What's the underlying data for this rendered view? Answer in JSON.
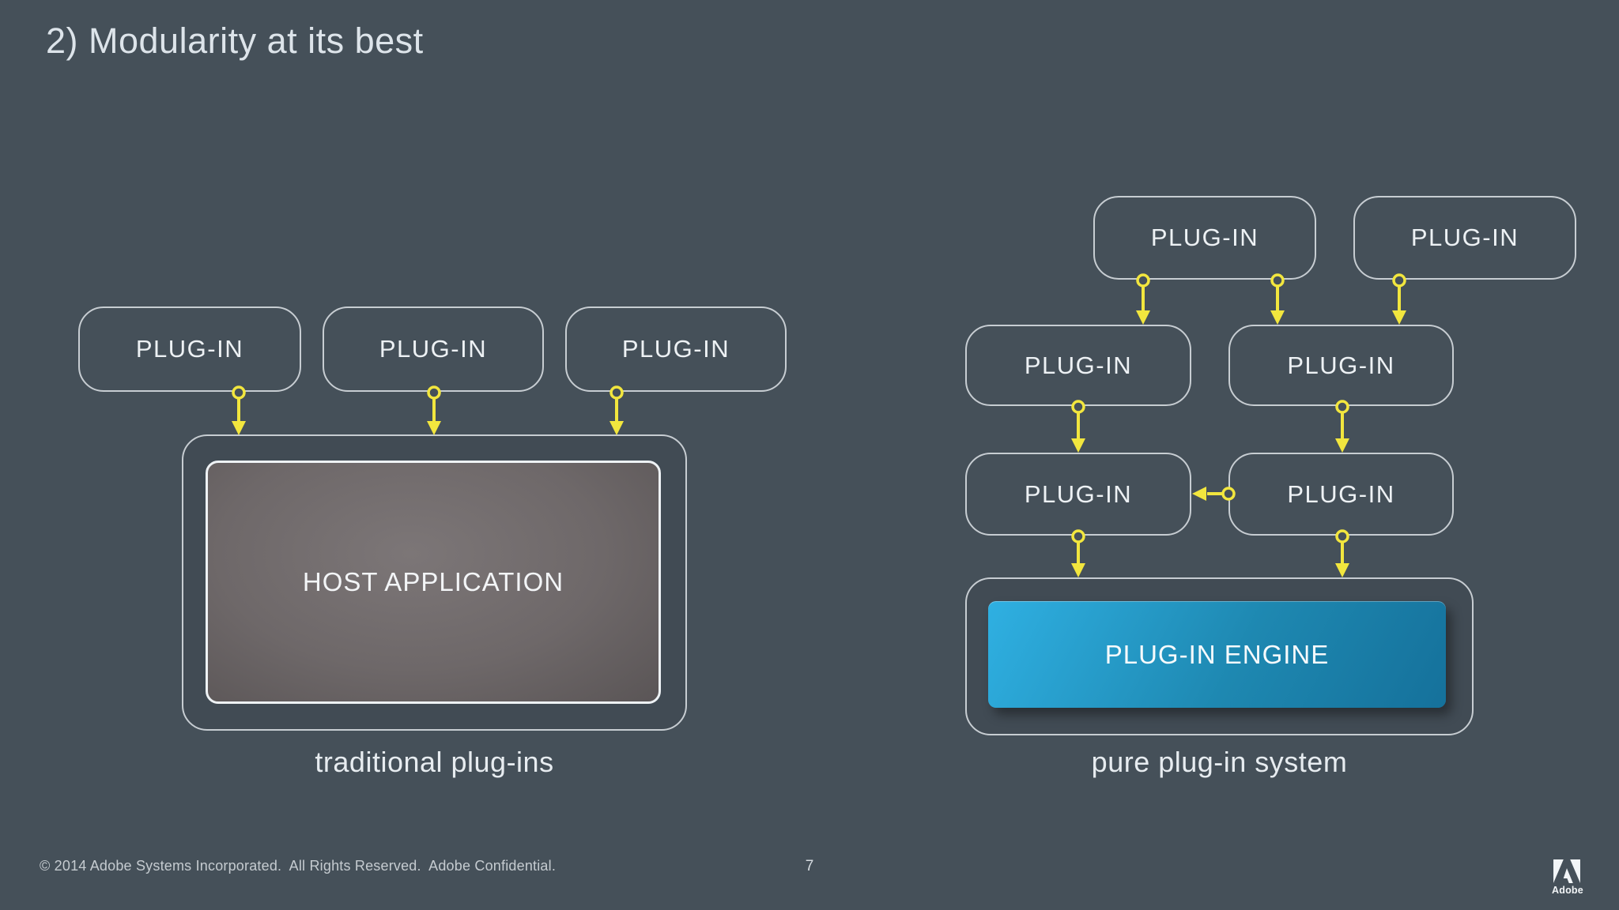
{
  "slide": {
    "title": "2) Modularity at its best",
    "page_number": "7",
    "copyright": "© 2014 Adobe Systems Incorporated.  All Rights Reserved.  Adobe Confidential.",
    "logo": {
      "label": "Adobe"
    },
    "colors": {
      "background": "#455059",
      "box_border": "#c7cdd2",
      "box_text": "#edf1f4",
      "arrow_yellow": "#f2e63e",
      "host_gray": "#6e6869",
      "engine_blue_start": "#2fb0e2",
      "engine_blue_end": "#15719b"
    }
  },
  "left_diagram": {
    "caption": "traditional plug-ins",
    "plugin_boxes": [
      {
        "label": "PLUG-IN"
      },
      {
        "label": "PLUG-IN"
      },
      {
        "label": "PLUG-IN"
      }
    ],
    "host_box": {
      "label": "HOST APPLICATION"
    },
    "connections": [
      {
        "from": "left-plugin-1",
        "to": "host-application"
      },
      {
        "from": "left-plugin-2",
        "to": "host-application"
      },
      {
        "from": "left-plugin-3",
        "to": "host-application"
      }
    ]
  },
  "right_diagram": {
    "caption": "pure plug-in system",
    "top_row": [
      {
        "label": "PLUG-IN"
      },
      {
        "label": "PLUG-IN"
      }
    ],
    "middle_row": [
      {
        "label": "PLUG-IN"
      },
      {
        "label": "PLUG-IN"
      }
    ],
    "bottom_row": [
      {
        "label": "PLUG-IN"
      },
      {
        "label": "PLUG-IN"
      }
    ],
    "engine_box": {
      "label": "PLUG-IN ENGINE"
    },
    "connections": [
      {
        "from": "top-plugin-1",
        "to": "middle-plugin-1"
      },
      {
        "from": "top-plugin-1",
        "to": "middle-plugin-2"
      },
      {
        "from": "top-plugin-2",
        "to": "middle-plugin-2"
      },
      {
        "from": "middle-plugin-1",
        "to": "bottom-plugin-1"
      },
      {
        "from": "middle-plugin-2",
        "to": "bottom-plugin-2"
      },
      {
        "from": "bottom-plugin-2",
        "to": "bottom-plugin-1"
      },
      {
        "from": "bottom-plugin-1",
        "to": "plugin-engine"
      },
      {
        "from": "bottom-plugin-2",
        "to": "plugin-engine"
      }
    ]
  }
}
